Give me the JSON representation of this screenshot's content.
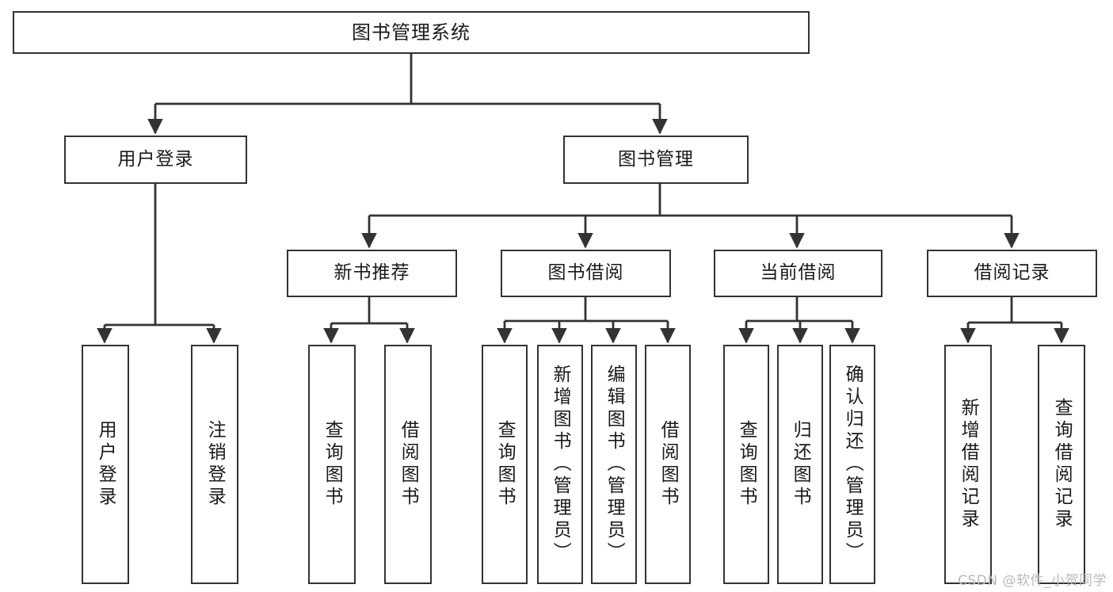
{
  "diagram": {
    "title": "图书管理系统",
    "type": "tree-structure-chart",
    "colors": {
      "stroke": "#333333",
      "fill": "#ffffff",
      "text": "#1a1a1a",
      "watermark": "#b9b9b9"
    },
    "watermark": "CSDN @软件_小贺同学",
    "nodes": {
      "root": {
        "label": "图书管理系统"
      },
      "level2": [
        {
          "id": "user-login",
          "label": "用户登录"
        },
        {
          "id": "book-manage",
          "label": "图书管理"
        }
      ],
      "level3": [
        {
          "id": "new-book-recommend",
          "label": "新书推荐"
        },
        {
          "id": "book-borrow",
          "label": "图书借阅"
        },
        {
          "id": "current-borrow",
          "label": "当前借阅"
        },
        {
          "id": "borrow-record",
          "label": "借阅记录"
        }
      ],
      "leaves": {
        "user_login": [
          {
            "id": "leaf-user-login",
            "label": "用户登录"
          },
          {
            "id": "leaf-logout",
            "label": "注销登录"
          }
        ],
        "new_book_recommend": [
          {
            "id": "leaf-query-book-1",
            "label": "查询图书"
          },
          {
            "id": "leaf-borrow-book-1",
            "label": "借阅图书"
          }
        ],
        "book_borrow": [
          {
            "id": "leaf-query-book-2",
            "label": "查询图书"
          },
          {
            "id": "leaf-add-book",
            "label": "新增图书（管理员）"
          },
          {
            "id": "leaf-edit-book",
            "label": "编辑图书（管理员）"
          },
          {
            "id": "leaf-borrow-book-2",
            "label": "借阅图书"
          }
        ],
        "current_borrow": [
          {
            "id": "leaf-query-book-3",
            "label": "查询图书"
          },
          {
            "id": "leaf-return-book",
            "label": "归还图书"
          },
          {
            "id": "leaf-confirm-return",
            "label": "确认归还（管理员）"
          }
        ],
        "borrow_record": [
          {
            "id": "leaf-add-record",
            "label": "新增借阅记录"
          },
          {
            "id": "leaf-query-record",
            "label": "查询借阅记录"
          }
        ]
      }
    }
  }
}
